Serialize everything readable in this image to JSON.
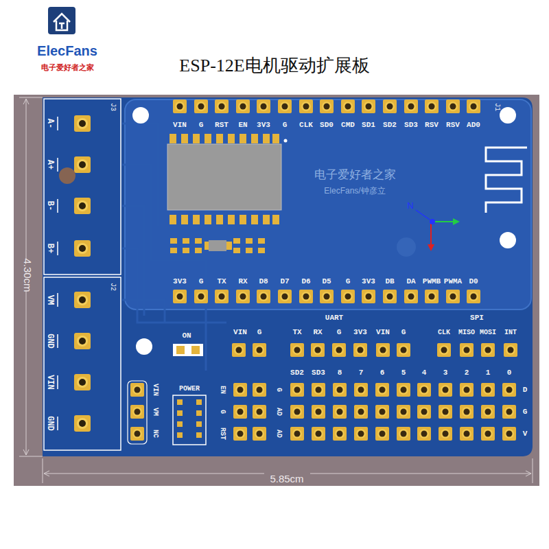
{
  "diagram": {
    "title": "ESP-12E电机驱动扩展板",
    "labels": [
      "ElecFans",
      "电子爱好者之家",
      "4.30cm",
      "5.85cm",
      "J3",
      "A-",
      "A+",
      "B-",
      "B+",
      "J2",
      "VM",
      "GND",
      "VIN",
      "GND",
      "J1",
      "VIN",
      "G",
      "RST",
      "EN",
      "3V3",
      "G",
      "CLK",
      "SD0",
      "CMD",
      "SD1",
      "SD2",
      "SD3",
      "RSV",
      "RSV",
      "AD0",
      "3V3",
      "G",
      "TX",
      "RX",
      "D8",
      "D7",
      "D6",
      "D5",
      "G",
      "3V3",
      "DB",
      "DA",
      "PWMB",
      "PWMA",
      "D0",
      "电子爱好者之家",
      "ElecFans/钟彦立",
      "N",
      "ON",
      "VIN",
      "G",
      "UART",
      "TX",
      "RX",
      "G",
      "3V3",
      "VIN",
      "G",
      "SPI",
      "CLK",
      "MISO",
      "MOSI",
      "INT",
      "SD2",
      "SD3",
      "8",
      "7",
      "6",
      "5",
      "4",
      "3",
      "2",
      "1",
      "0",
      "D",
      "G",
      "V",
      "POWER",
      "VIN",
      "VM",
      "NC",
      "EN",
      "G",
      "RST",
      "G",
      "AD",
      "AD"
    ]
  }
}
